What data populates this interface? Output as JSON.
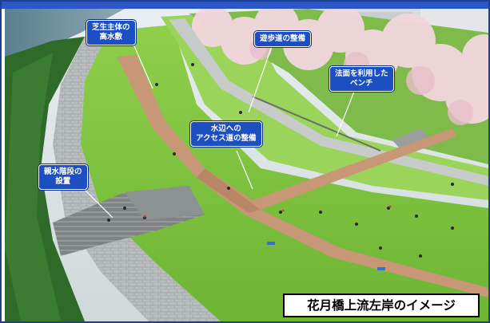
{
  "callouts": {
    "turf_levee": {
      "line1": "芝生主体の",
      "line2": "高水敷"
    },
    "promenade": {
      "text": "遊歩道の整備"
    },
    "bench": {
      "line1": "法面を利用した",
      "line2": "ベンチ"
    },
    "access_path": {
      "line1": "水辺への",
      "line2": "アクセス道の整備"
    },
    "water_steps": {
      "line1": "親水階段の",
      "line2": "設置"
    }
  },
  "caption": "花月橋上流左岸のイメージ",
  "colors": {
    "frame_border": "#1f3f8f",
    "callout_bg": "#1b4fc2",
    "callout_text": "#ffffff",
    "caption_border": "#000000"
  }
}
